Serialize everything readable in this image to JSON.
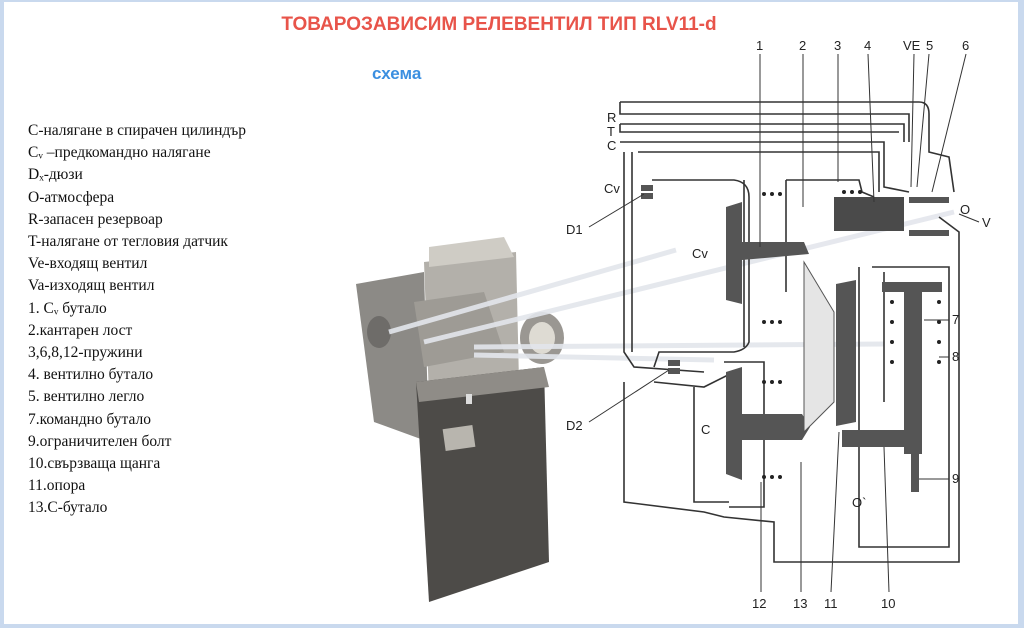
{
  "title": "ТОВАРОЗАВИСИМ РЕЛЕВЕНТИЛ ТИП RLV11-d",
  "subtitle": "схема",
  "legend": [
    "C-налягане в спирачен цилиндър",
    "Cᵥ –предкомандно налягане",
    "Dₓ-дюзи",
    "O-атмосфера",
    "R-запасен резервоар",
    "T-налягане от тегловия датчик",
    "Ve-входящ вентил",
    "Va-изходящ вентил",
    "1. Cᵥ бутало",
    "2.кантарен лост",
    "3,6,8,12-пружини",
    "4. вентилно бутало",
    "5. вентилно легло",
    "7.командно бутало",
    "9.ограничителен болт",
    "10.свързваща щанга",
    "11.опора",
    "13.C-бутало"
  ],
  "diagram_labels": {
    "top": [
      "1",
      "2",
      "3",
      "4",
      "VE",
      "5",
      "6"
    ],
    "ports": [
      "R",
      "T",
      "C"
    ],
    "cv": "Cv",
    "cv_inner": "Cv",
    "d1": "D1",
    "d2": "D2",
    "o": "O",
    "v": "V",
    "c_chamber": "C",
    "o_prime": "O`",
    "right": [
      "7",
      "8",
      "9"
    ],
    "bottom": [
      "12",
      "13",
      "11",
      "10"
    ]
  },
  "colors": {
    "title": "#e8544a",
    "subtitle": "#3b8fe0"
  }
}
